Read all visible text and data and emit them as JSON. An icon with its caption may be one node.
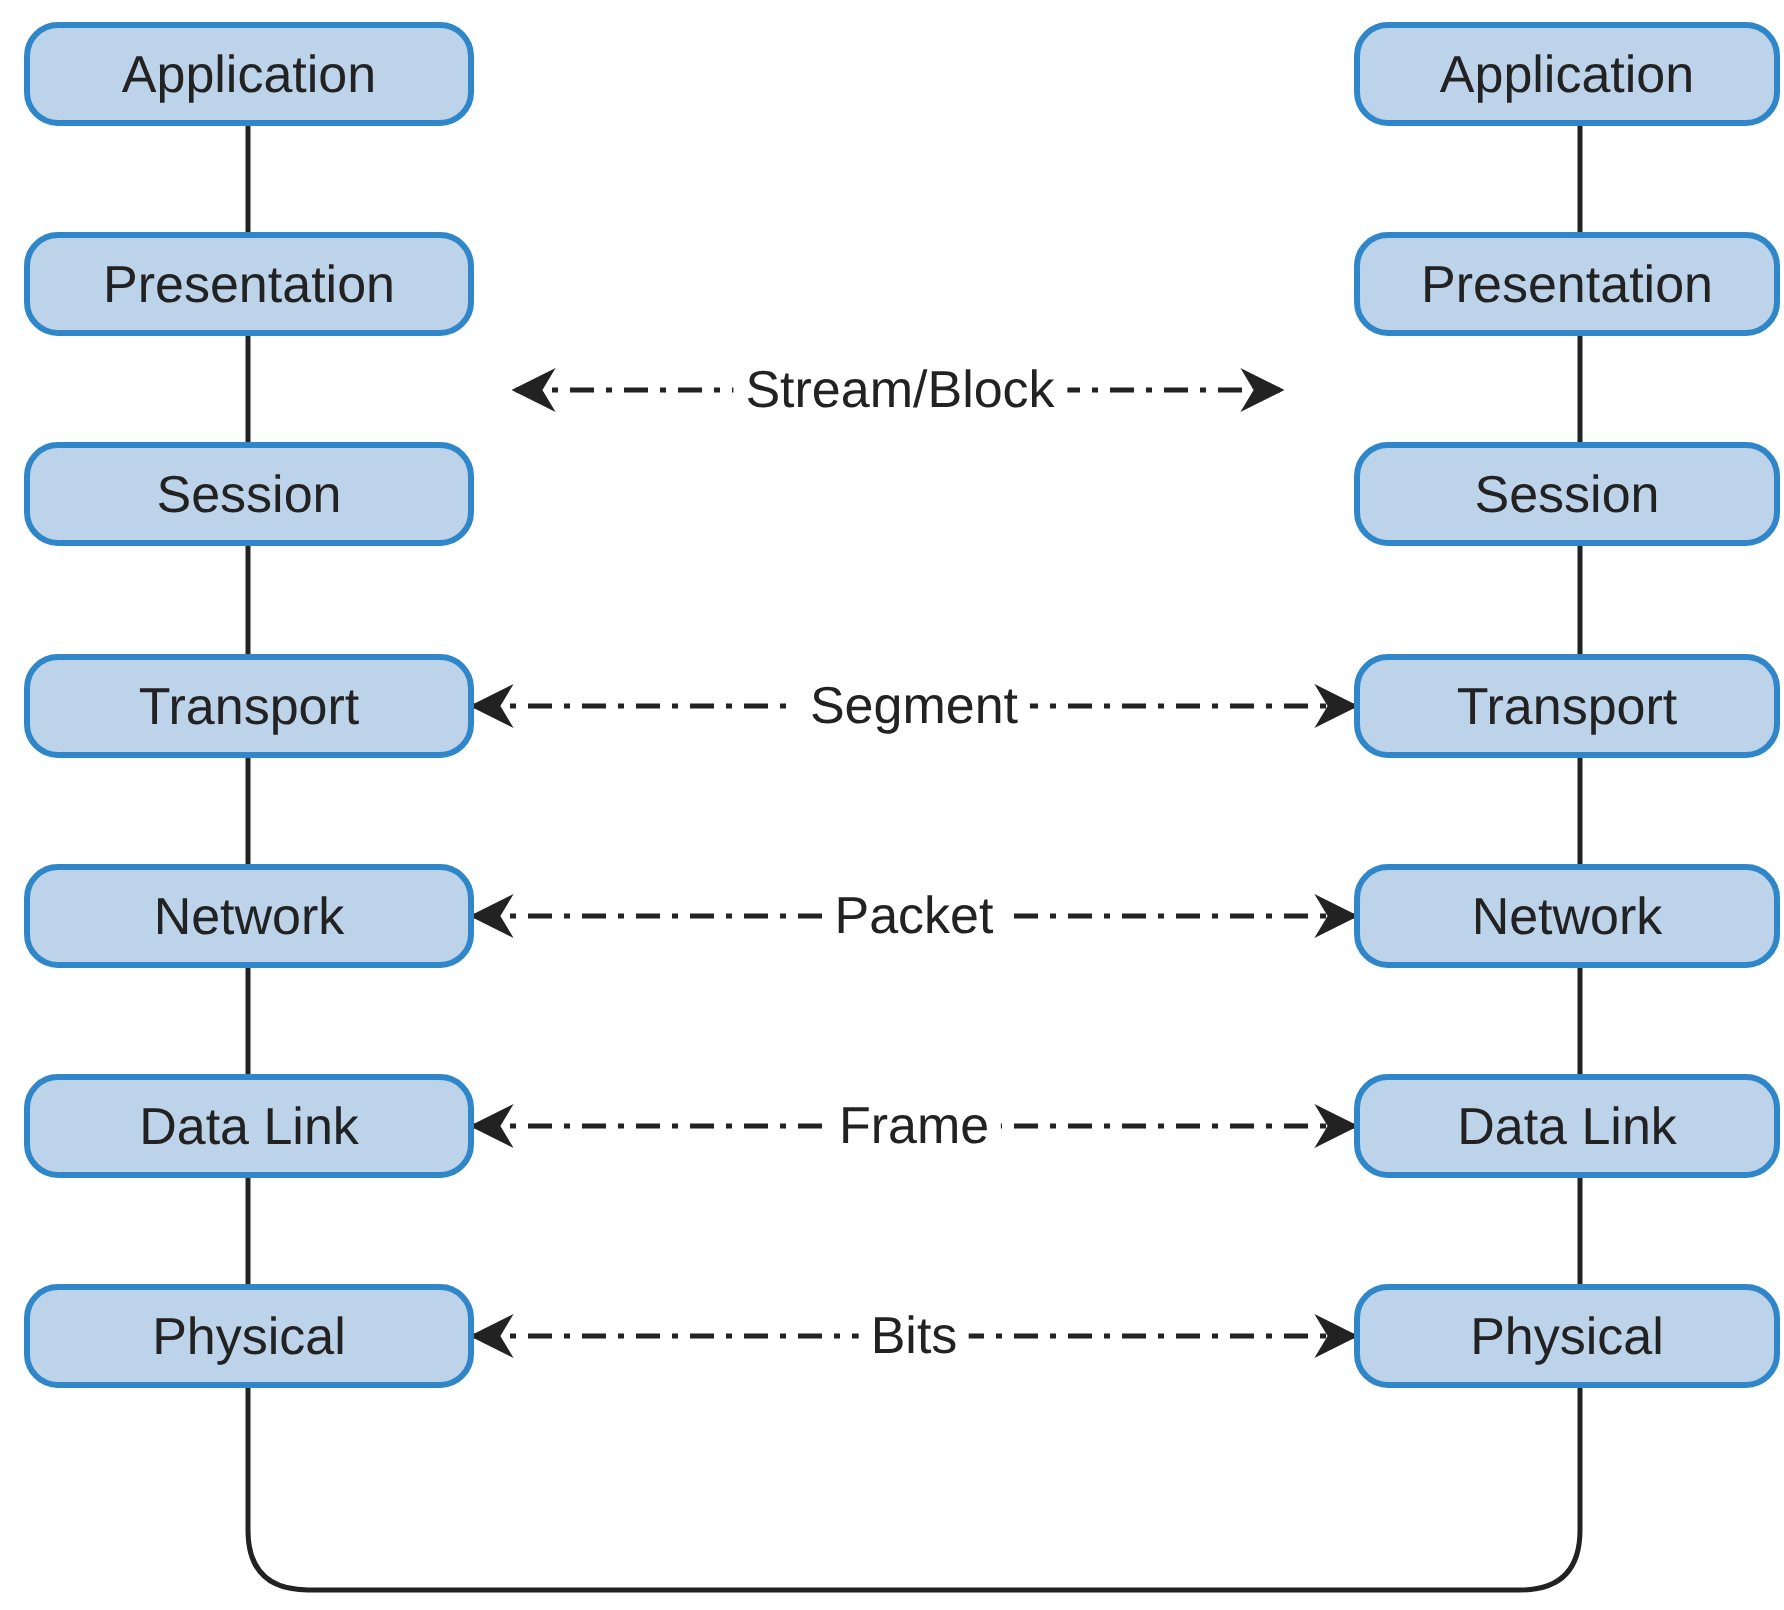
{
  "diagram": {
    "nodes": [
      {
        "text": [
          "Application"
        ]
      },
      {
        "text": [
          "Presentation"
        ]
      },
      {
        "text": [
          "Session"
        ]
      },
      {
        "text": [
          "Transport"
        ]
      },
      {
        "text": [
          "Network"
        ]
      },
      {
        "text": [
          "Data Link"
        ]
      },
      {
        "text": [
          "Physical"
        ]
      },
      {
        "text": [
          "Application"
        ]
      },
      {
        "text": [
          "Presentation"
        ]
      },
      {
        "text": [
          "Session"
        ]
      },
      {
        "text": [
          "Transport"
        ]
      },
      {
        "text": [
          "Network"
        ]
      },
      {
        "text": [
          "Data Link"
        ]
      },
      {
        "text": [
          "Physical"
        ]
      }
    ],
    "edges": [
      {
        "from": 0,
        "to": 1,
        "arrow": "none"
      },
      {
        "from": 1,
        "to": 2,
        "arrow": "none"
      },
      {
        "from": 2,
        "to": 3,
        "arrow": "none"
      },
      {
        "from": 3,
        "to": 4,
        "arrow": "none"
      },
      {
        "from": 4,
        "to": 5,
        "arrow": "none"
      },
      {
        "from": 5,
        "to": 6,
        "arrow": "none"
      },
      {
        "from": 7,
        "to": 8,
        "arrow": "none"
      },
      {
        "from": 8,
        "to": 9,
        "arrow": "none"
      },
      {
        "from": 9,
        "to": 10,
        "arrow": "none"
      },
      {
        "from": 10,
        "to": 11,
        "arrow": "none"
      },
      {
        "from": 11,
        "to": 12,
        "arrow": "none"
      },
      {
        "from": 12,
        "to": 13,
        "arrow": "none"
      },
      {
        "from": 6,
        "to": 13,
        "arrow": "none"
      },
      {
        "from": 3,
        "to": 10,
        "arrow": "both",
        "style": "dashed",
        "label": "Segment"
      },
      {
        "from": 4,
        "to": 11,
        "arrow": "both",
        "style": "dashed",
        "label": "Packet"
      },
      {
        "from": 5,
        "to": 12,
        "arrow": "both",
        "style": "dashed",
        "label": "Frame"
      },
      {
        "from": 6,
        "to": 13,
        "arrow": "both",
        "style": "dashed",
        "label": "Bits"
      }
    ],
    "labels": [
      "Stream/Block"
    ]
  }
}
